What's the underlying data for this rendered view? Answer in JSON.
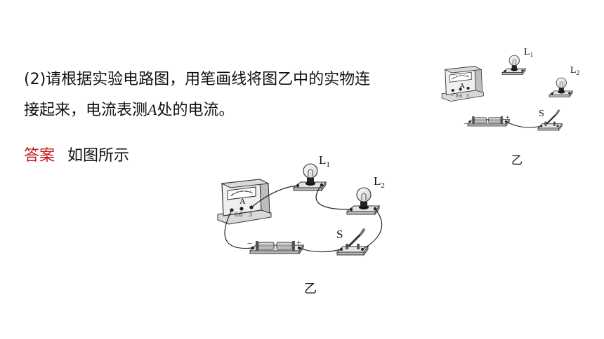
{
  "question": {
    "line1": "(2)请根据实验电路图，用笔画线将图乙中的实物连",
    "line2_prefix": "接起来，电流表测",
    "line2_var": "A",
    "line2_suffix": "处的电流。"
  },
  "answer": {
    "label": "答案",
    "text": "如图所示"
  },
  "figure_small": {
    "ammeter_letter": "A",
    "terminals": [
      "−",
      "0.6",
      "3"
    ],
    "lamp1": "L",
    "lamp1_sub": "1",
    "lamp2": "L",
    "lamp2_sub": "2",
    "switch": "S",
    "battery_minus": "−",
    "battery_plus": "+",
    "caption": "乙"
  },
  "figure_large": {
    "ammeter_letter": "A",
    "terminals": [
      "−",
      "0.6",
      "3"
    ],
    "lamp1": "L",
    "lamp1_sub": "1",
    "lamp2": "L",
    "lamp2_sub": "2",
    "switch": "S",
    "battery_minus": "−",
    "battery_plus": "+",
    "caption": "乙"
  },
  "colors": {
    "answer_label": "#c8161d",
    "line": "#222222",
    "gray": "#9a9a9a"
  }
}
